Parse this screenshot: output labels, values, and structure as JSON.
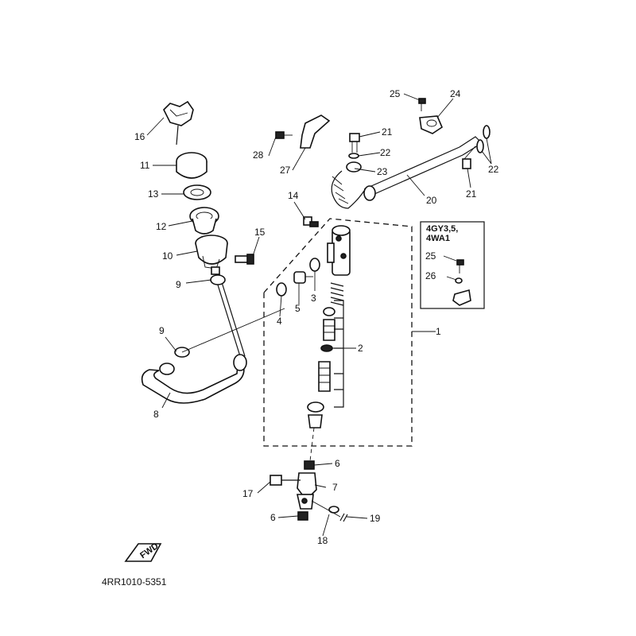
{
  "diagram": {
    "callouts": {
      "c1": "1",
      "c2": "2",
      "c3": "3",
      "c4": "4",
      "c5": "5",
      "c6a": "6",
      "c6b": "6",
      "c7": "7",
      "c8": "8",
      "c9a": "9",
      "c9b": "9",
      "c10": "10",
      "c11": "11",
      "c12": "12",
      "c13": "13",
      "c14": "14",
      "c15": "15",
      "c16": "16",
      "c17": "17",
      "c18": "18",
      "c19": "19",
      "c20": "20",
      "c21a": "21",
      "c21b": "21",
      "c22a": "22",
      "c22b": "22",
      "c23": "23",
      "c24": "24",
      "c25a": "25",
      "c25b": "25",
      "c26": "26",
      "c27": "27",
      "c28": "28"
    },
    "inset": {
      "line1": "4GY3,5,",
      "line2": "4WA1"
    },
    "fwd_label": "FWD",
    "drawing_code": "4RR1010-5351"
  }
}
